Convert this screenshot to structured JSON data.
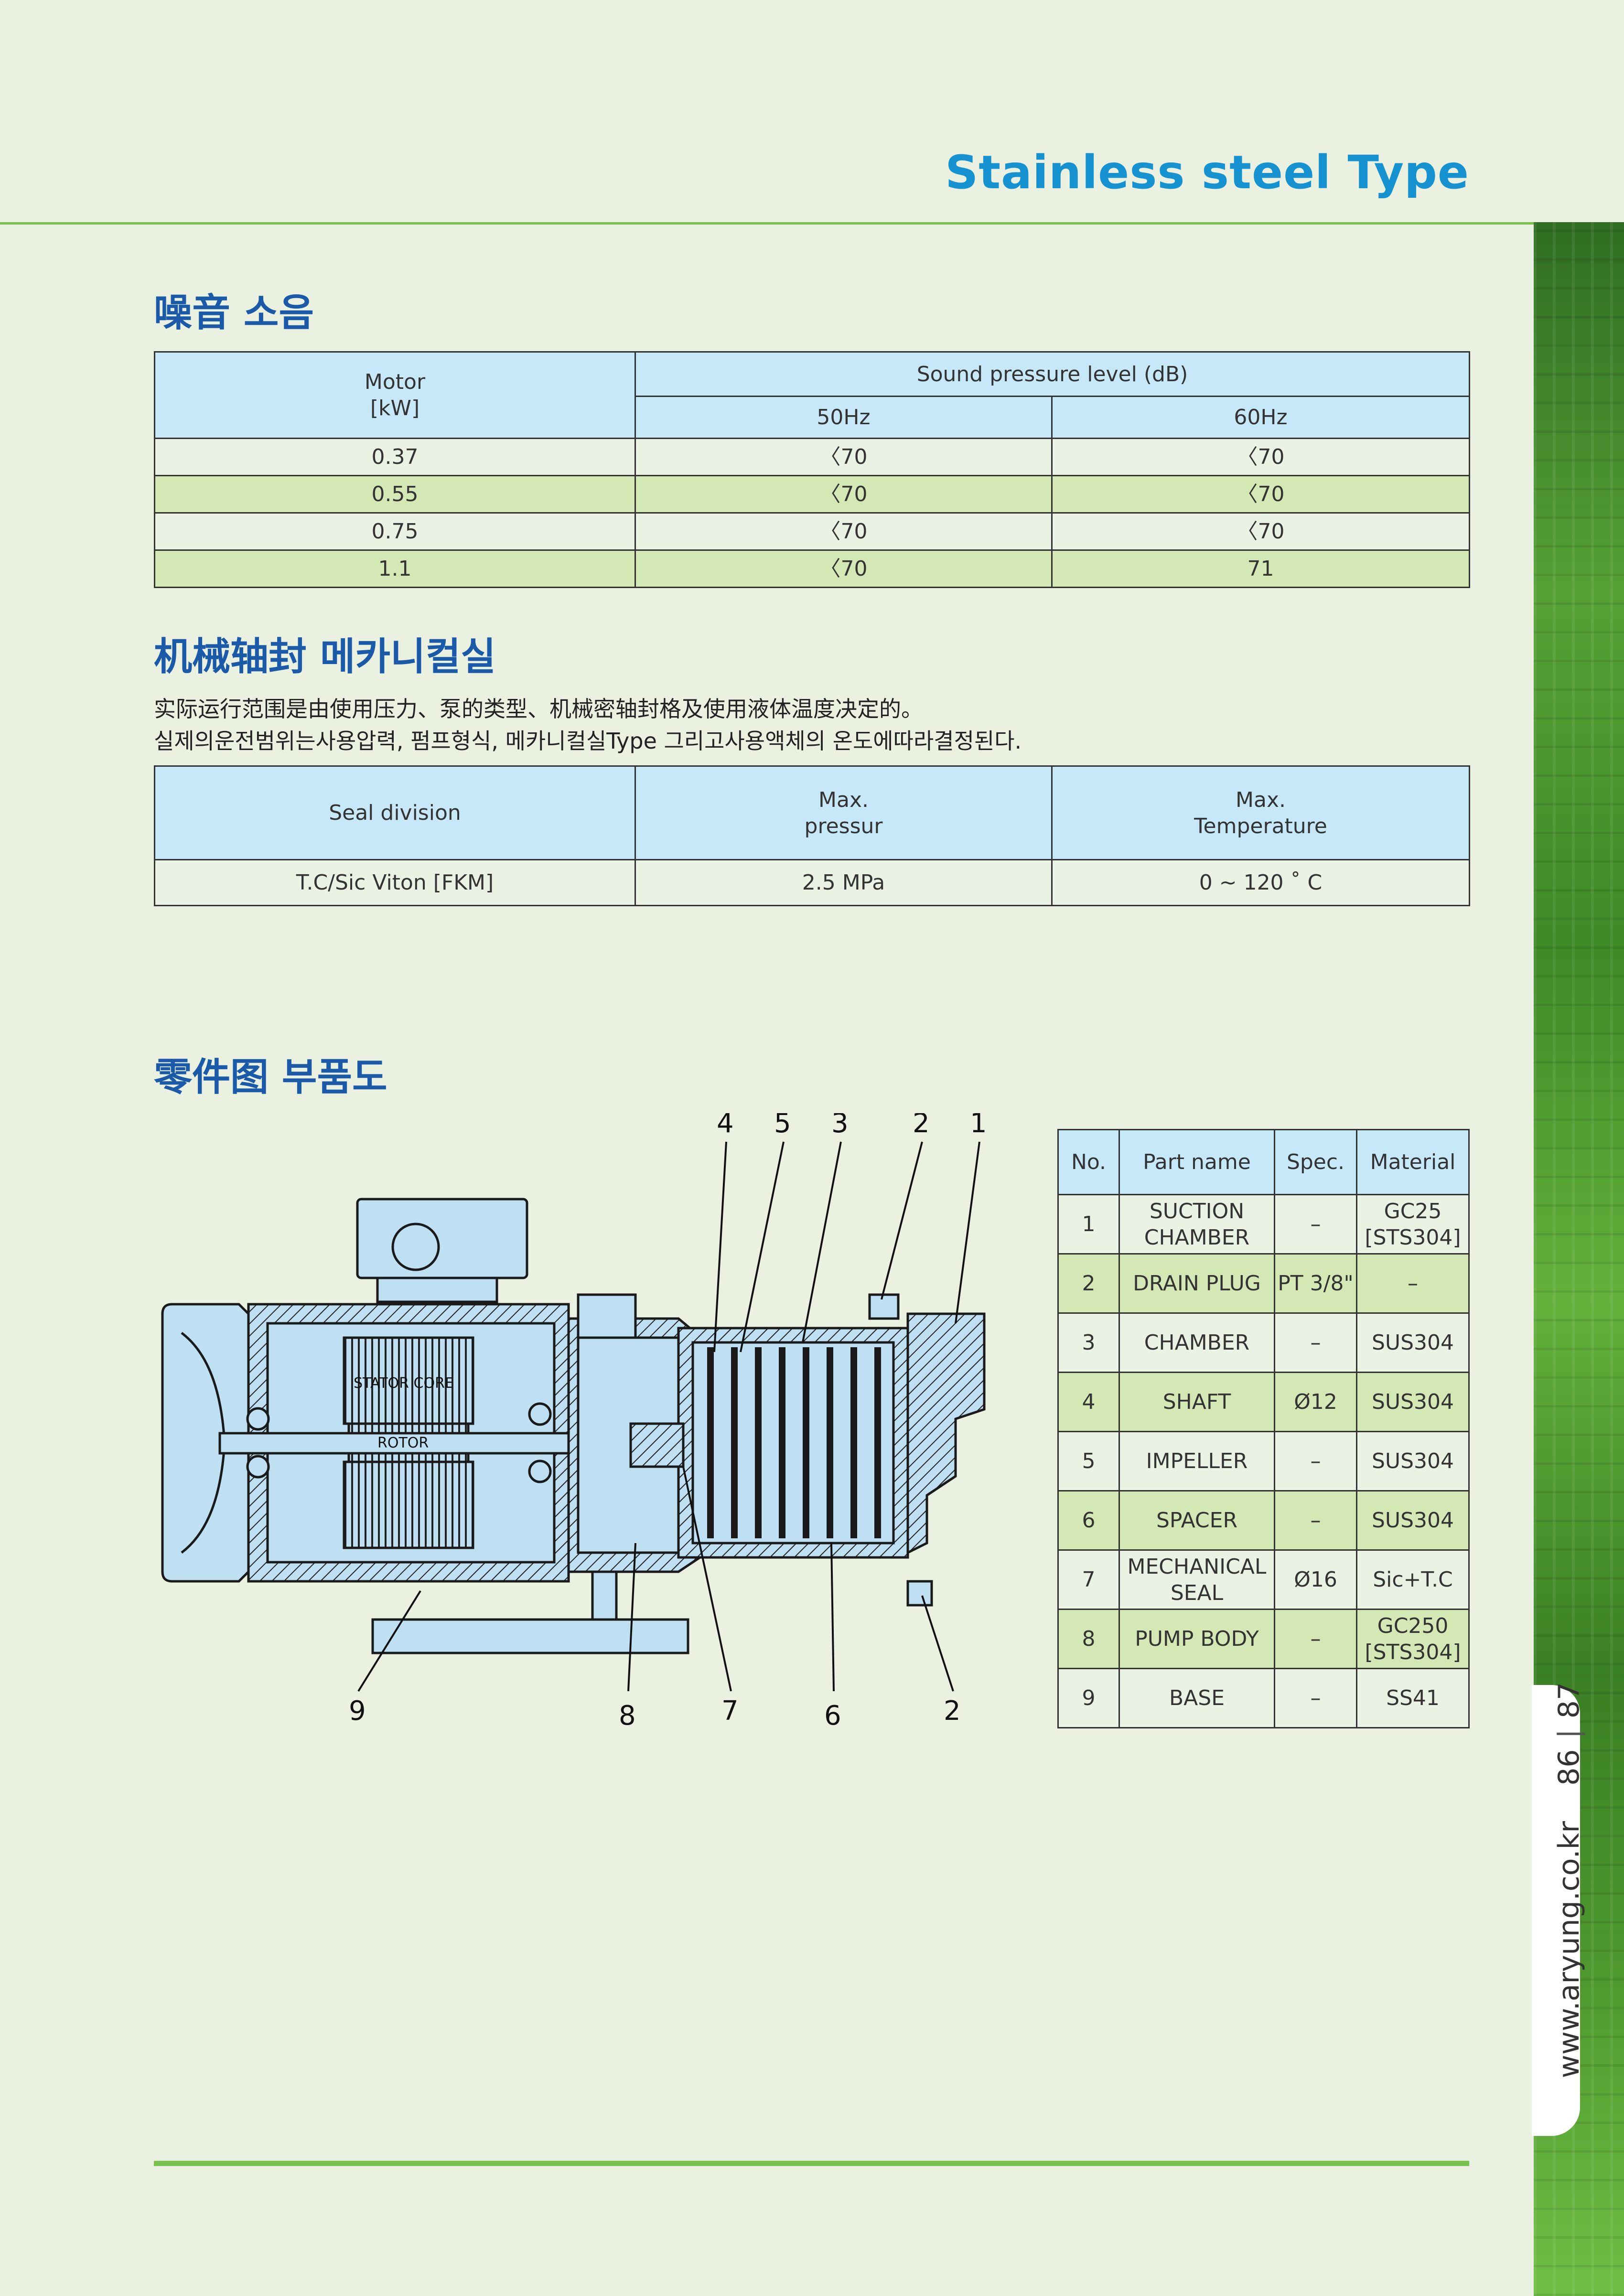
{
  "header": {
    "title": "Stainless steel Type"
  },
  "noise": {
    "title": "噪音 소음",
    "motor_header": "Motor\n[kW]",
    "spl_header": "Sound pressure level (dB)",
    "hz50": "50Hz",
    "hz60": "60Hz",
    "rows": [
      {
        "motor": "0.37",
        "hz50": "〈70",
        "hz60": "〈70"
      },
      {
        "motor": "0.55",
        "hz50": "〈70",
        "hz60": "〈70"
      },
      {
        "motor": "0.75",
        "hz50": "〈70",
        "hz60": "〈70"
      },
      {
        "motor": "1.1",
        "hz50": "〈70",
        "hz60": "71"
      }
    ]
  },
  "seal": {
    "title": "机械轴封 메카니컬실",
    "desc_cn": "实际运行范围是由使用压力、泵的类型、机械密轴封格及使用液体温度决定的。",
    "desc_kr": "실제의운전범위는사용압력, 펌프형식, 메카니컬실Type 그리고사용액체의 온도에따라결정된다.",
    "headers": [
      "Seal division",
      "Max.\npressur",
      "Max.\nTemperature"
    ],
    "row": [
      "T.C/Sic Viton [FKM]",
      "2.5 MPa",
      "0 ~ 120 ˚ C"
    ]
  },
  "parts": {
    "title": "零件图 부품도",
    "headers": [
      "No.",
      "Part name",
      "Spec.",
      "Material"
    ],
    "rows": [
      [
        "1",
        "SUCTION\nCHAMBER",
        "–",
        "GC25\n[STS304]"
      ],
      [
        "2",
        "DRAIN PLUG",
        "PT 3/8\"",
        "–"
      ],
      [
        "3",
        "CHAMBER",
        "–",
        "SUS304"
      ],
      [
        "4",
        "SHAFT",
        "Ø12",
        "SUS304"
      ],
      [
        "5",
        "IMPELLER",
        "–",
        "SUS304"
      ],
      [
        "6",
        "SPACER",
        "–",
        "SUS304"
      ],
      [
        "7",
        "MECHANICAL\nSEAL",
        "Ø16",
        "Sic+T.C"
      ],
      [
        "8",
        "PUMP BODY",
        "–",
        "GC250\n[STS304]"
      ],
      [
        "9",
        "BASE",
        "–",
        "SS41"
      ]
    ],
    "diagram_labels": {
      "stator": "STATOR CORE",
      "rotor": "ROTOR",
      "callouts_top": [
        "4",
        "5",
        "3",
        "2",
        "1"
      ],
      "callouts_bottom": [
        "9",
        "8",
        "7",
        "6",
        "2"
      ]
    }
  },
  "side": {
    "url": "www.aryung.co.kr",
    "page_left": "86",
    "page_right": "87"
  }
}
